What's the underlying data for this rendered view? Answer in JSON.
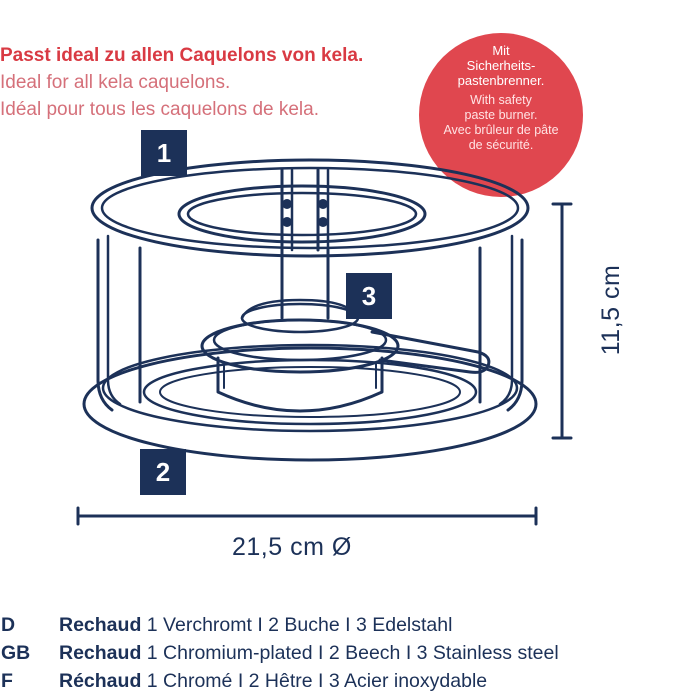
{
  "headline": {
    "de": "Passt ideal zu allen Caquelons von kela.",
    "en": "Ideal for all kela caquelons.",
    "fr": "Idéal pour tous les caquelons de kela."
  },
  "badge": {
    "de_line1": "Mit",
    "de_line2": "Sicherheits-",
    "de_line3": "pastenbrenner.",
    "en_line1": "With safety",
    "en_line2": "paste burner.",
    "fr_line1": "Avec brûleur de pâte",
    "fr_line2": "de sécurité."
  },
  "labels": {
    "one": "1",
    "two": "2",
    "three": "3"
  },
  "dimensions": {
    "height": "11,5 cm",
    "diameter": "21,5 cm Ø"
  },
  "legend": [
    {
      "code": "D",
      "name": "Rechaud",
      "desc": "1 Verchromt I 2 Buche I 3 Edelstahl"
    },
    {
      "code": "GB",
      "name": "Rechaud",
      "desc": "1 Chromium-plated I 2 Beech I 3 Stainless steel"
    },
    {
      "code": "F",
      "name": "Réchaud",
      "desc": "1 Chromé I 2 Hêtre I 3 Acier inoxydable"
    }
  ],
  "colors": {
    "navy": "#1c3158",
    "red": "#e0474f",
    "headline_red": "#d93a43"
  }
}
